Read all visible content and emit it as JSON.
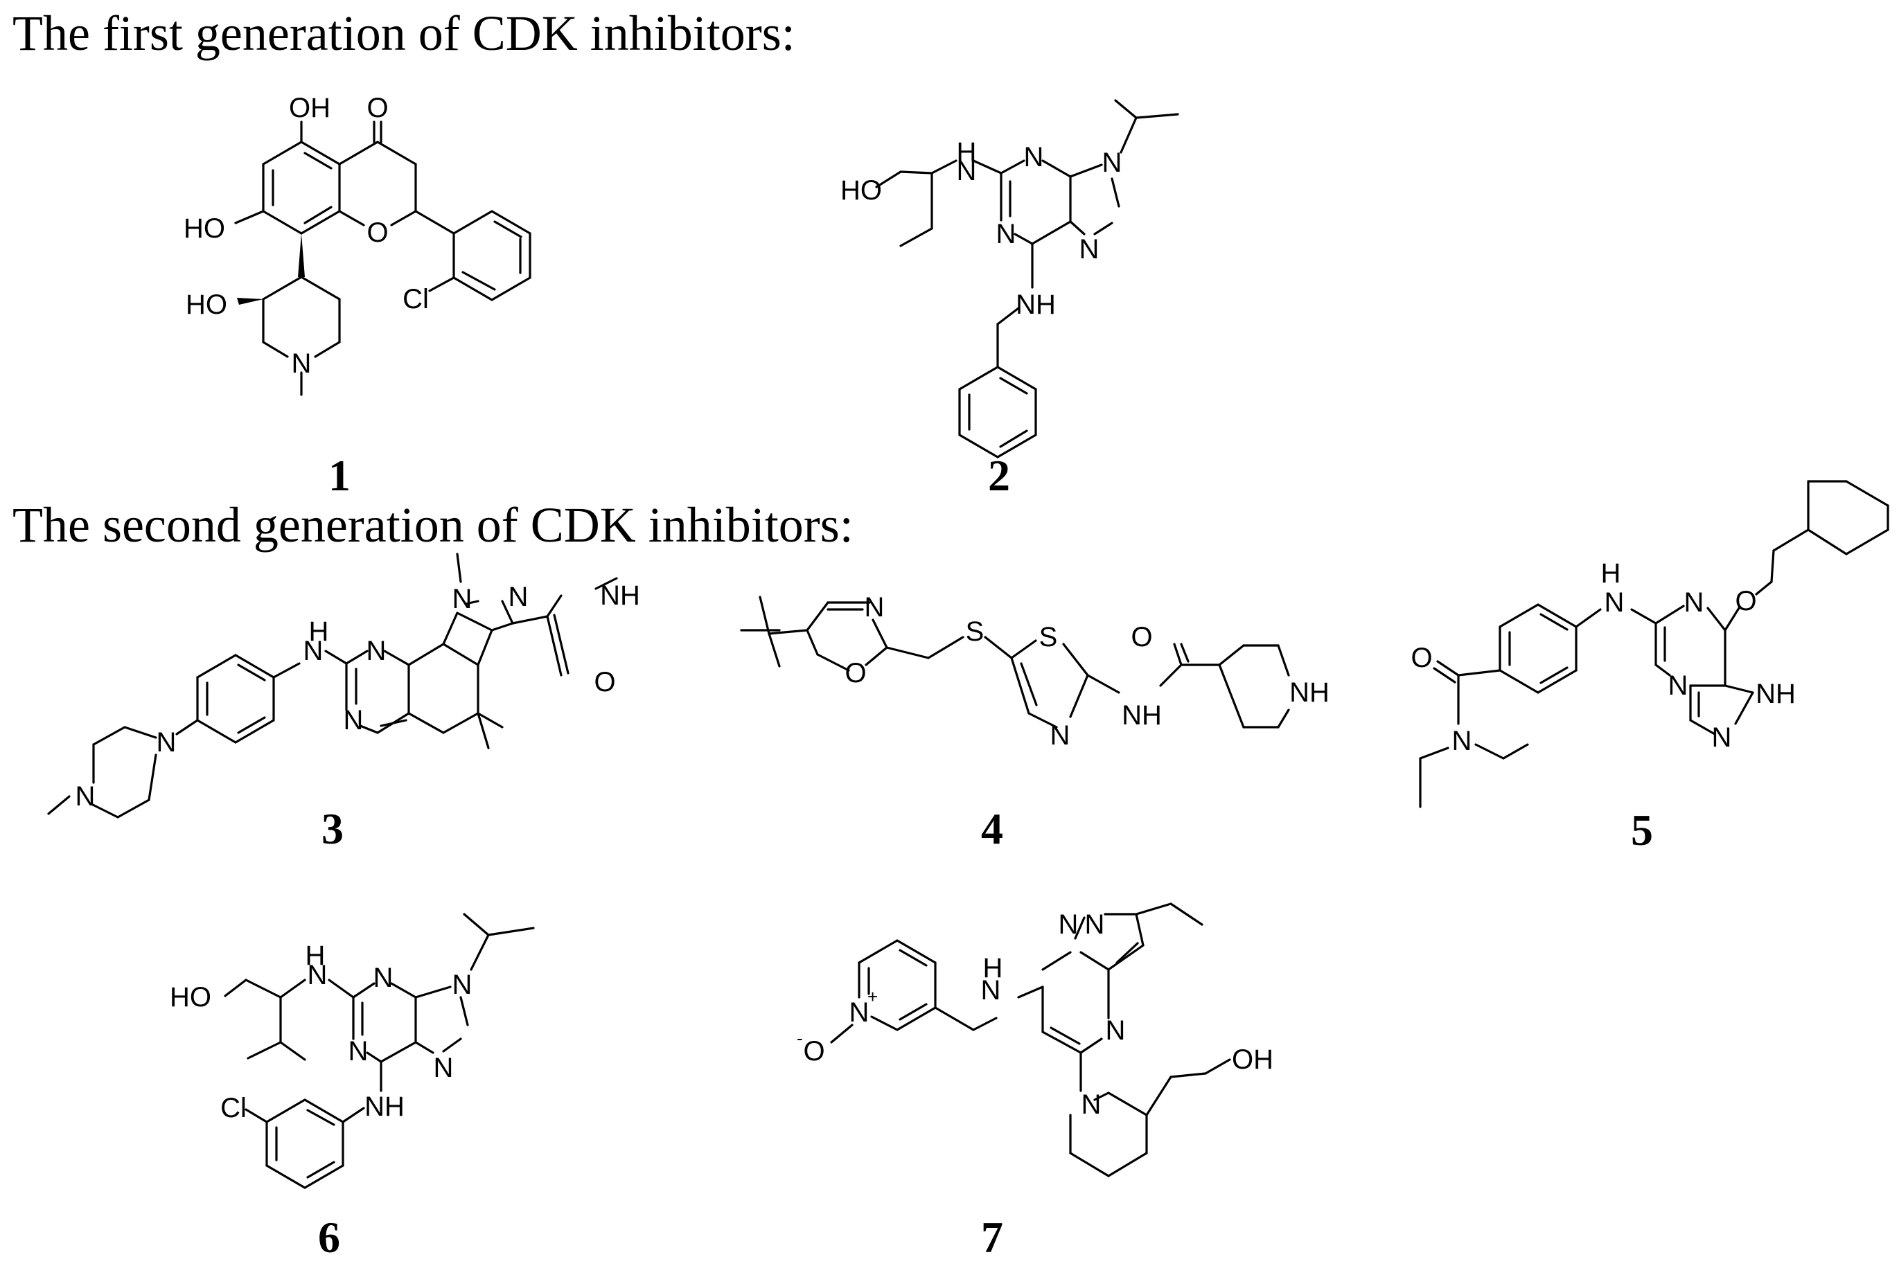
{
  "headings": {
    "first": "The first generation of CDK inhibitors:",
    "second": "The second generation of CDK inhibitors:"
  },
  "compounds": [
    {
      "number": "1",
      "atoms": {
        "oh_top": "OH",
        "oxo": "O",
        "ho_left": "HO",
        "ho_pip": "HO",
        "ring_o": "O",
        "cl": "Cl",
        "n_pip": "N"
      }
    },
    {
      "number": "2",
      "atoms": {
        "ho": "HO",
        "nh_top": "H",
        "n_link": "N",
        "n_pur1": "N",
        "n_pur3": "N",
        "n_pur9": "N",
        "n_pur7": "N",
        "nh_bottom": "NH"
      }
    },
    {
      "number": "3",
      "atoms": {
        "h_link": "H",
        "n_link": "N",
        "n_pyr1": "N",
        "n_pyr3": "N",
        "n_pz1": "N",
        "n_pz2": "N",
        "nh_amide": "NH",
        "o_amide": "O",
        "n_pip1": "N",
        "n_pip2": "N"
      }
    },
    {
      "number": "4",
      "atoms": {
        "n_ox": "N",
        "o_ox": "O",
        "s_link": "S",
        "s_thz": "S",
        "n_thz": "N",
        "nh_amide": "NH",
        "o_amide": "O",
        "nh_pip": "NH"
      }
    },
    {
      "number": "5",
      "atoms": {
        "h_link": "H",
        "n_link": "N",
        "n_pur1": "N",
        "n_pur3": "N",
        "o_ether": "O",
        "nh_pur": "NH",
        "n_pur7": "N",
        "o_amide": "O",
        "n_amide": "N"
      }
    },
    {
      "number": "6",
      "atoms": {
        "ho": "HO",
        "h_link": "H",
        "n_link": "N",
        "n_pur1": "N",
        "n_pur3": "N",
        "n_pur9": "N",
        "n_pur7": "N",
        "cl": "Cl",
        "nh_bottom": "NH"
      }
    },
    {
      "number": "7",
      "atoms": {
        "n_pyz1": "N",
        "n_pyz2": "N",
        "h_link": "H",
        "n_link": "N",
        "n_pyr": "N",
        "n_oxide": "N",
        "o_oxide": "O",
        "plus": "+",
        "minus": "-",
        "n_pip": "N",
        "oh": "OH"
      }
    }
  ]
}
